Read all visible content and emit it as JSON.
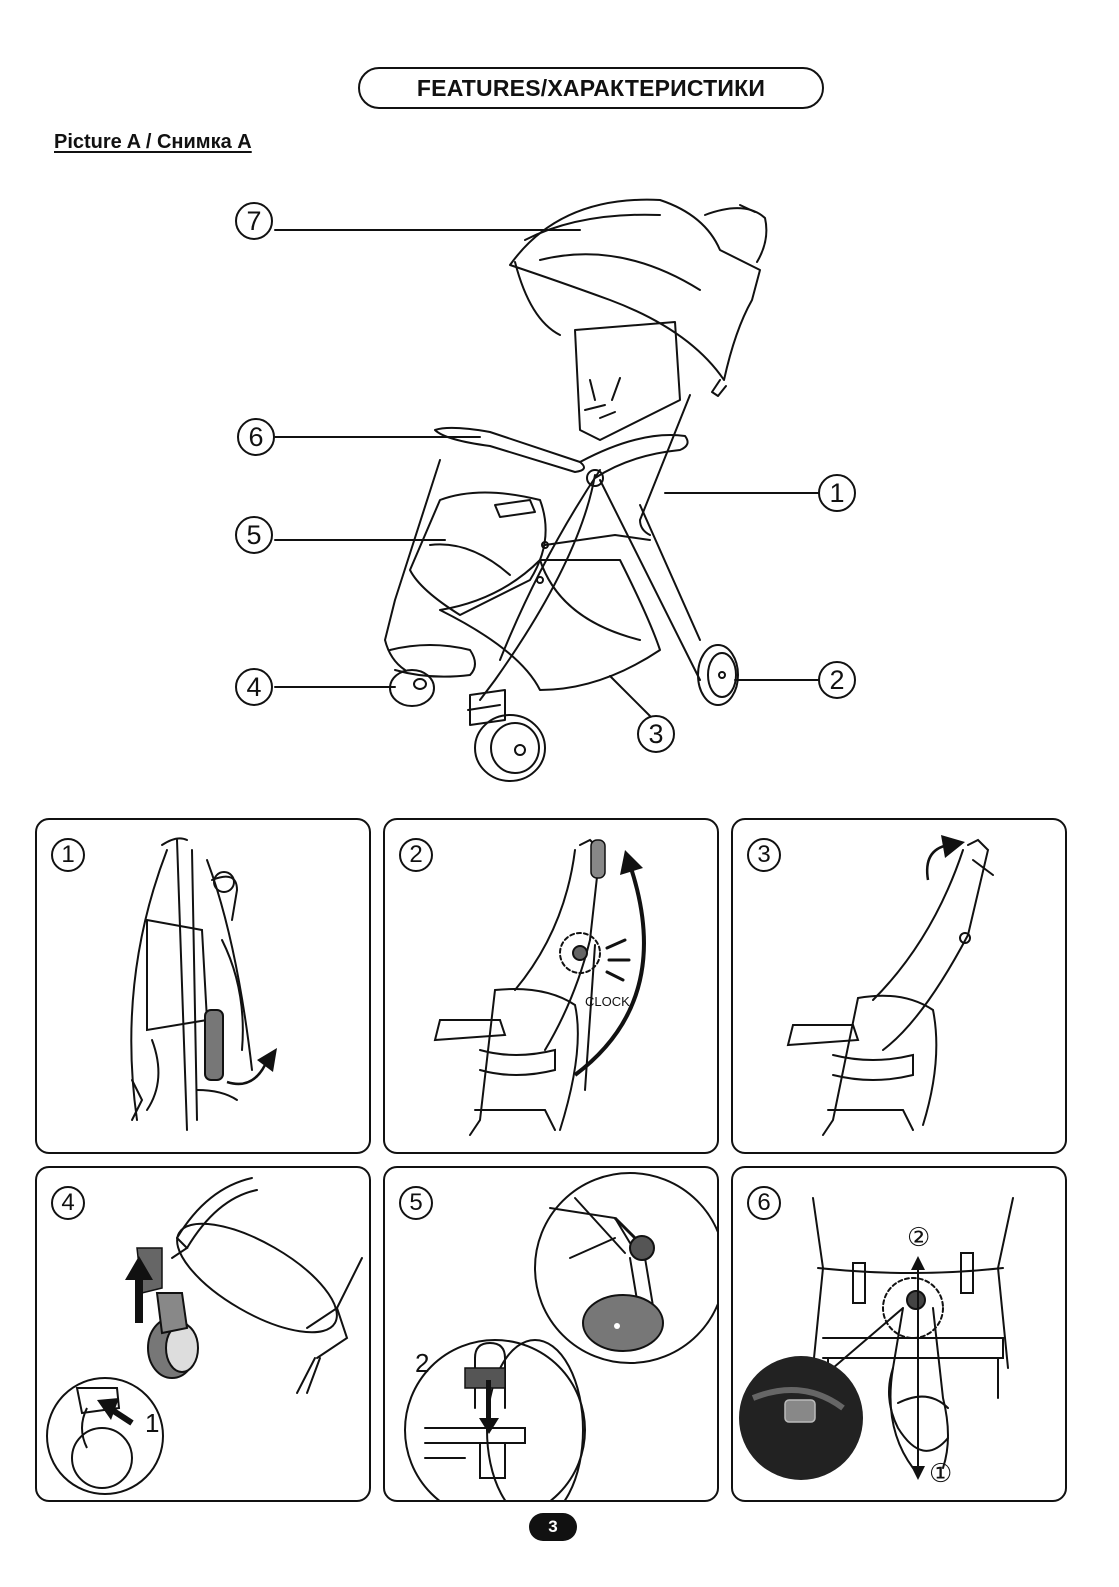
{
  "header": {
    "title": "FEATURES/ХАРАКТЕРИСТИКИ",
    "subtitle": "Picture A / Снимка A"
  },
  "callouts": [
    {
      "number": "1"
    },
    {
      "number": "2"
    },
    {
      "number": "3"
    },
    {
      "number": "4"
    },
    {
      "number": "5"
    },
    {
      "number": "6"
    },
    {
      "number": "7"
    }
  ],
  "panels": [
    {
      "number": "1"
    },
    {
      "number": "2",
      "label": "CLOCK"
    },
    {
      "number": "3"
    },
    {
      "number": "4",
      "step_label": "1"
    },
    {
      "number": "5",
      "step_label": "2"
    },
    {
      "number": "6",
      "step_top": "②",
      "step_bottom": "①"
    }
  ],
  "footer": {
    "page_number": "3"
  }
}
